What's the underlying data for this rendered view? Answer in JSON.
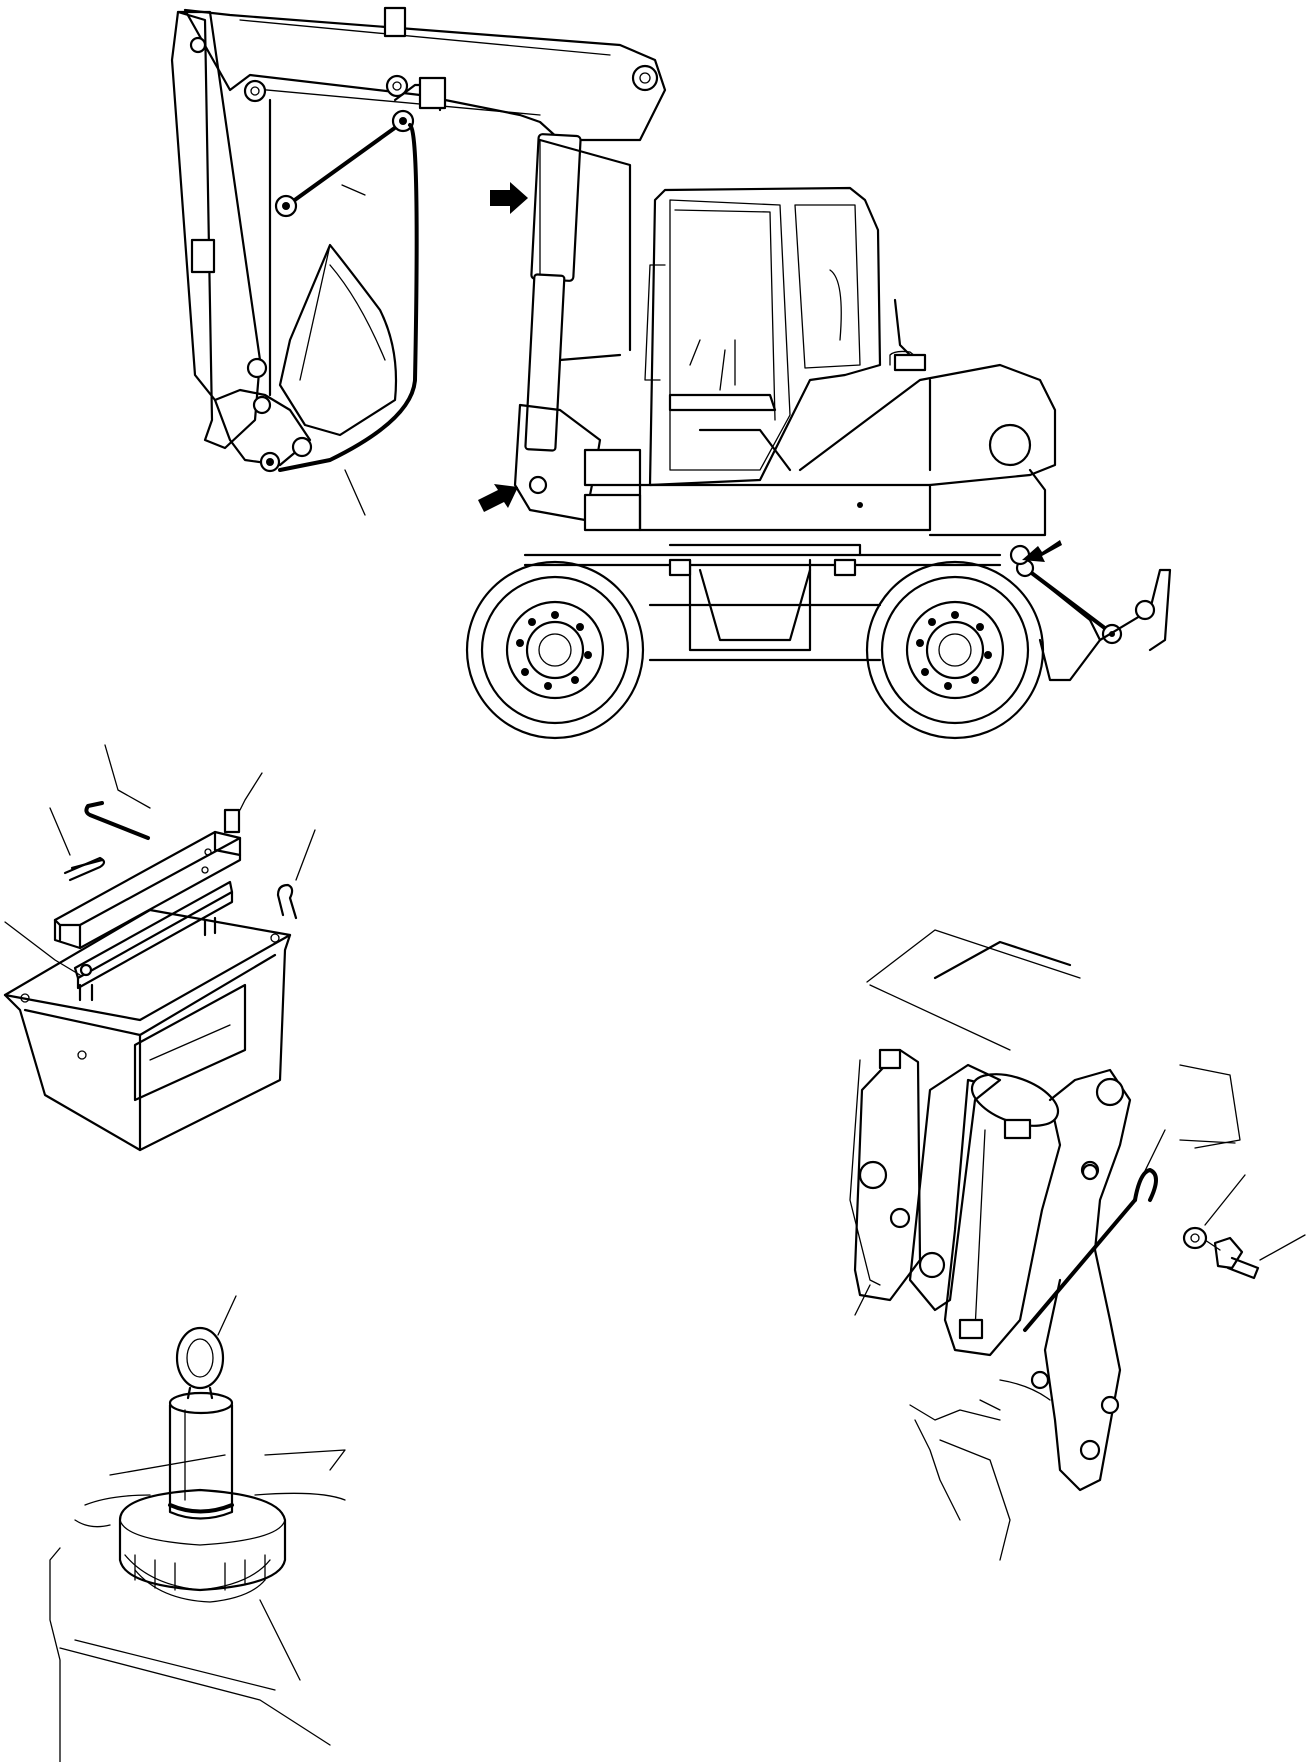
{
  "figure": {
    "views": [
      {
        "id": "excavator-side-view",
        "arrows": 3
      },
      {
        "id": "lock-bar-and-toolbox-detail",
        "leaders": 4
      },
      {
        "id": "swing-lock-pin-detail",
        "leaders": 1
      },
      {
        "id": "boom-lock-bar-stowed-detail",
        "leaders": 4
      }
    ]
  }
}
